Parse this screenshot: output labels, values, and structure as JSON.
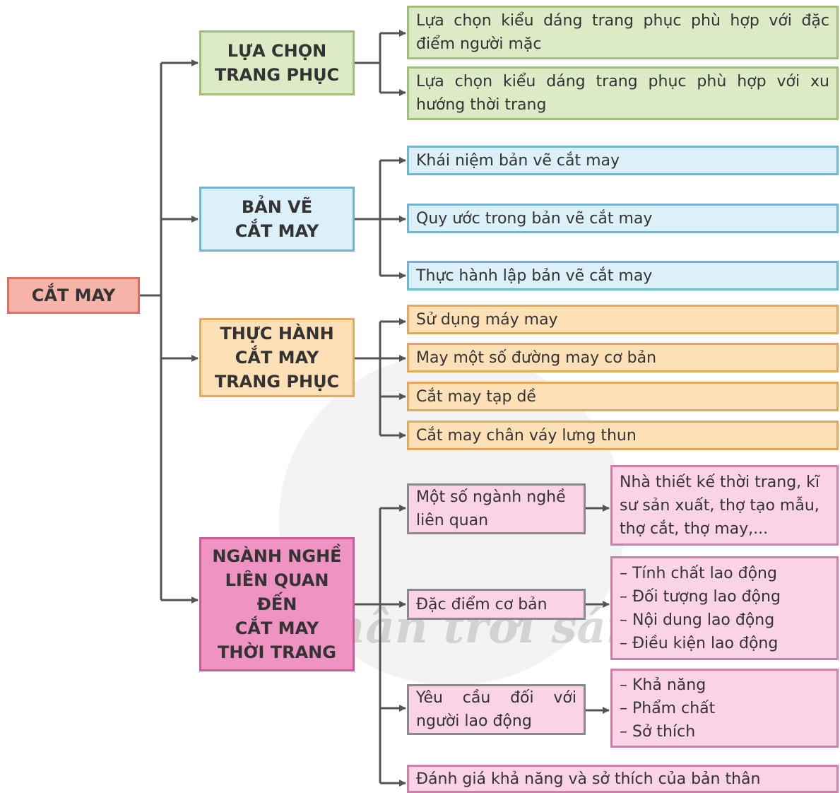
{
  "root": {
    "label": "CẮT MAY"
  },
  "branches": [
    {
      "label": "LỰA CHỌN\nTRANG PHỤC",
      "items": [
        "Lựa chọn kiểu dáng trang phục phù hợp với đặc điểm người mặc",
        "Lựa chọn kiểu dáng trang phục phù hợp với xu hướng thời trang"
      ]
    },
    {
      "label": "BẢN VẼ\nCẮT MAY",
      "items": [
        "Khái niệm bản vẽ cắt may",
        "Quy ước trong bản vẽ cắt may",
        "Thực hành lập bản vẽ cắt may"
      ]
    },
    {
      "label": "THỰC HÀNH\nCẮT MAY\nTRANG PHỤC",
      "items": [
        "Sử dụng máy may",
        "May một số đường may cơ bản",
        "Cắt may tạp dề",
        "Cắt may chân váy lưng thun"
      ]
    },
    {
      "label": "NGÀNH NGHỀ\nLIÊN QUAN\nĐẾN\nCẮT MAY\nTHỜI TRANG",
      "items": [
        {
          "label": "Một số ngành nghề liên quan",
          "detail": "Nhà thiết kế thời trang, kĩ sư sản xuất, thợ tạo mẫu, thợ cắt, thợ may,..."
        },
        {
          "label": "Đặc điểm cơ bản",
          "detail": "– Tính chất lao động\n– Đối tượng lao động\n– Nội dung lao động\n– Điều kiện lao động"
        },
        {
          "label": "Yêu cầu đối với người lao động",
          "detail": "– Khả năng\n– Phẩm chất\n– Sở thích"
        },
        {
          "label": "Đánh giá khả năng và sở thích của bản thân"
        }
      ]
    }
  ],
  "watermark": "Chân trời sáng tạo",
  "colors": {
    "root": "#f6b4a9",
    "green": "#dcebc6",
    "blue": "#dcf0fa",
    "orange": "#fde0b6",
    "pink": "#ef94c2",
    "pink_light": "#fbd3e6",
    "connector": "#555555"
  }
}
